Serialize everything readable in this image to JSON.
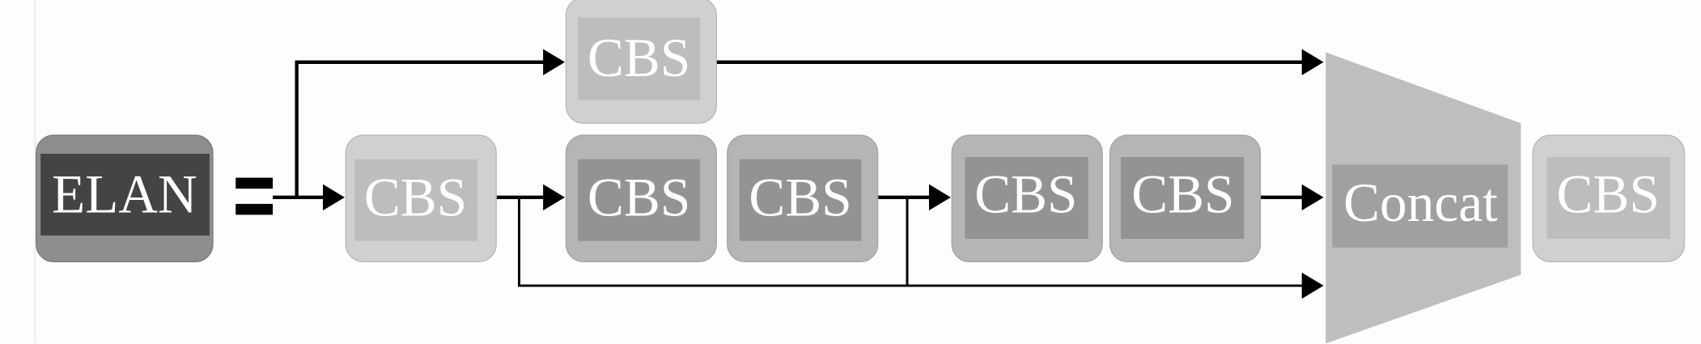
{
  "diagram": {
    "elan_label": "ELAN",
    "equals_symbol": "=",
    "cbs_top": "CBS",
    "cbs_1": "CBS",
    "cbs_2": "CBS",
    "cbs_3": "CBS",
    "cbs_4": "CBS",
    "cbs_5": "CBS",
    "concat_label": "Concat",
    "cbs_out": "CBS"
  },
  "colors": {
    "elan_outer": "#8e8e8e",
    "elan_inner": "#444444",
    "cbs_light_outer": "#d0d0d0",
    "cbs_light_inner": "#bdbdbd",
    "cbs_dark_outer": "#b5b5b5",
    "cbs_dark_inner": "#939393",
    "concat_fill": "#bebebe",
    "concat_inner": "#a0a0a0"
  }
}
